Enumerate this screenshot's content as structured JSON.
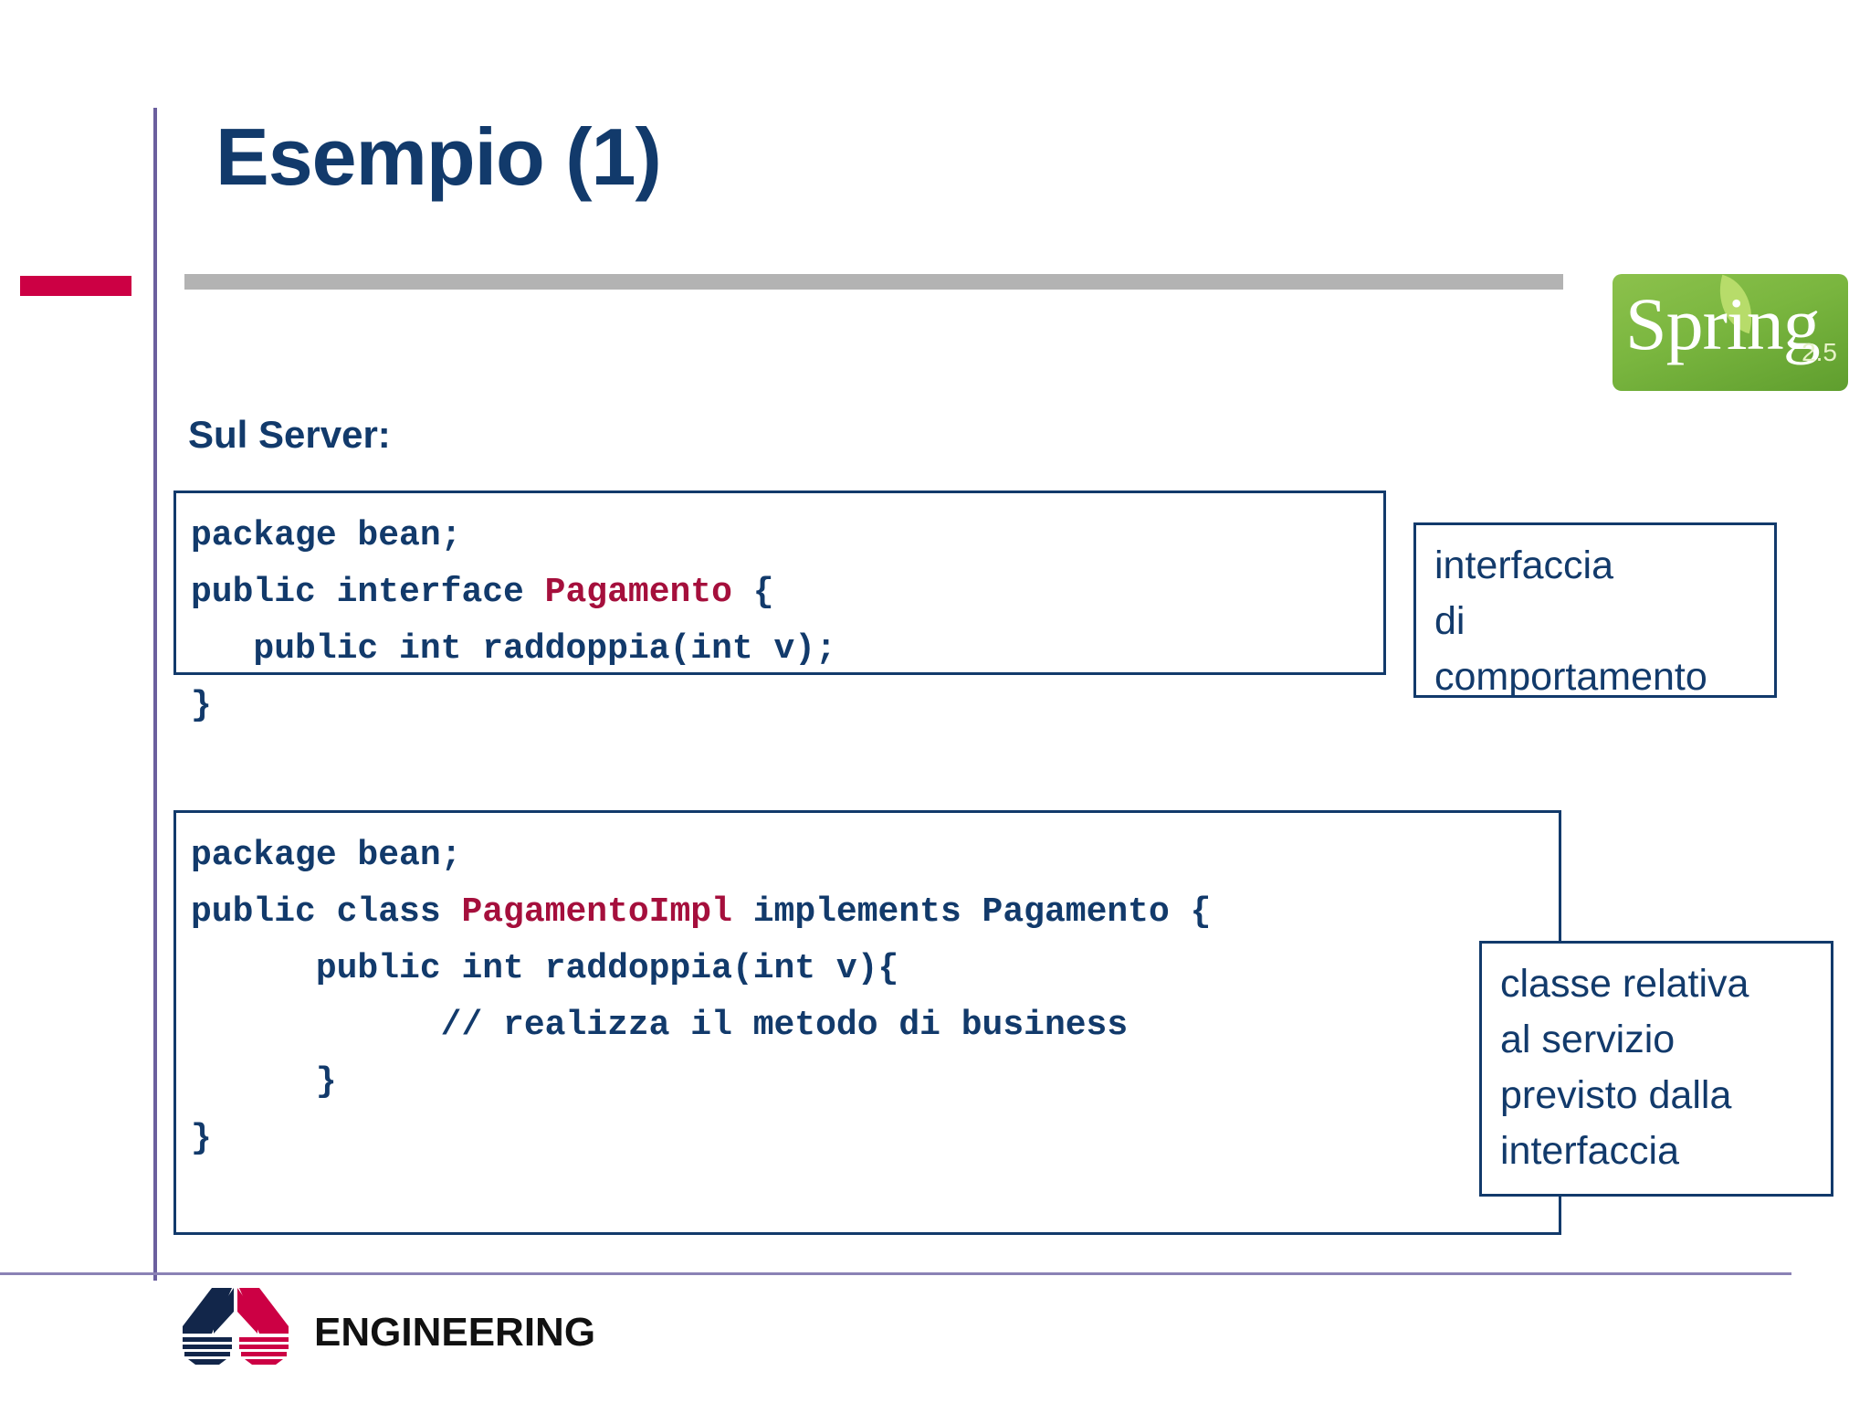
{
  "slide": {
    "title": "Esempio (1)",
    "section_label": "Sul Server:"
  },
  "branding": {
    "spring_logo": {
      "word": "Spring",
      "version": "2.5",
      "bg_color": "#7ab63f",
      "text_color": "#ffffff"
    },
    "footer_logo": {
      "word": "ENGINEERING",
      "navy": "#123a6b",
      "crimson": "#cc0044"
    }
  },
  "theme": {
    "navy": "#123a6b",
    "crimson": "#cc0044",
    "code_highlight": "#a50f3c",
    "rule_gray": "#b3b3b3",
    "rail_purple": "#6b5f9e"
  },
  "code_blocks": [
    {
      "id": "interface-block",
      "lines": [
        [
          {
            "t": "package bean;",
            "c": "plain"
          }
        ],
        [
          {
            "t": "public interface ",
            "c": "plain"
          },
          {
            "t": "Pagamento",
            "c": "type"
          },
          {
            "t": " {",
            "c": "plain"
          }
        ],
        [
          {
            "t": "   public int raddoppia(int v);",
            "c": "plain"
          }
        ],
        [
          {
            "t": "}",
            "c": "plain"
          }
        ]
      ]
    },
    {
      "id": "class-block",
      "lines": [
        [
          {
            "t": "package bean;",
            "c": "plain"
          }
        ],
        [
          {
            "t": "public class ",
            "c": "plain"
          },
          {
            "t": "PagamentoImpl",
            "c": "type"
          },
          {
            "t": " implements Pagamento {",
            "c": "plain"
          }
        ],
        [
          {
            "t": "      public int raddoppia(int v){",
            "c": "plain"
          }
        ],
        [
          {
            "t": "            // realizza il metodo di business",
            "c": "plain"
          }
        ],
        [
          {
            "t": "      }",
            "c": "plain"
          }
        ],
        [
          {
            "t": "}",
            "c": "plain"
          }
        ]
      ]
    }
  ],
  "callouts": [
    {
      "id": "callout-interface",
      "lines": [
        "interfaccia",
        "di",
        "comportamento"
      ]
    },
    {
      "id": "callout-class",
      "lines": [
        "classe relativa",
        "al servizio",
        "previsto dalla",
        "interfaccia"
      ]
    }
  ]
}
